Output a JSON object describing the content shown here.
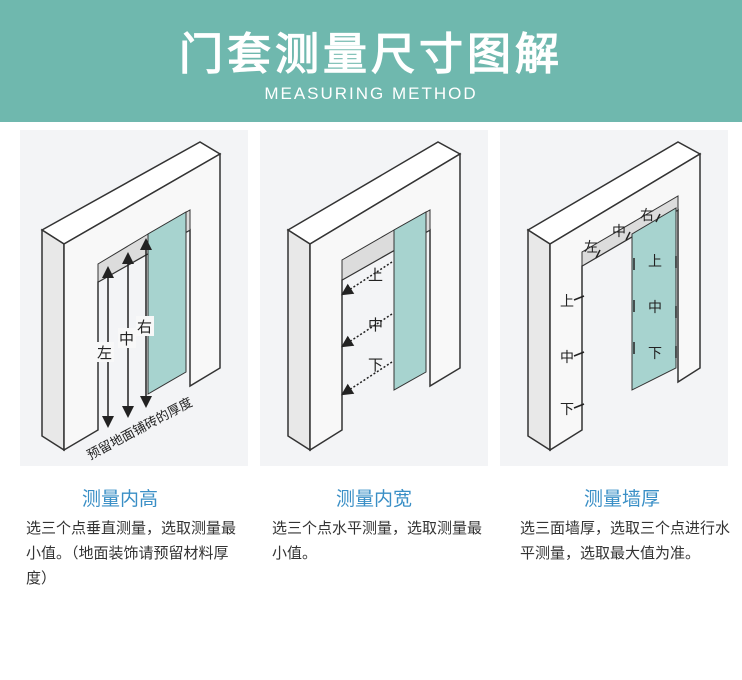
{
  "header": {
    "title": "门套测量尺寸图解",
    "subtitle": "MEASURING METHOD"
  },
  "colors": {
    "header_bg": "#6fb8ae",
    "caption_title": "#3a8fc6",
    "glass": "#a7d3cf"
  },
  "panels": [
    {
      "labels": {
        "left": "左",
        "middle": "中",
        "right": "右",
        "floor_note": "预留地面铺砖的厚度"
      },
      "caption_title": "测量内高",
      "caption_text": "选三个点垂直测量，选取测量最小值。（地面装饰请预留材料厚度）"
    },
    {
      "labels": {
        "top": "上",
        "middle": "中",
        "bottom": "下"
      },
      "caption_title": "测量内宽",
      "caption_text": "选三个点水平测量，选取测量最小值。"
    },
    {
      "labels": {
        "left": "左",
        "middle": "中",
        "right": "右",
        "top": "上",
        "center": "中",
        "bottom": "下",
        "side_top": "上",
        "side_middle": "中",
        "side_bottom": "下"
      },
      "caption_title": "测量墙厚",
      "caption_text": "选三面墙厚，选取三个点进行水平测量，选取最大值为准。"
    }
  ]
}
